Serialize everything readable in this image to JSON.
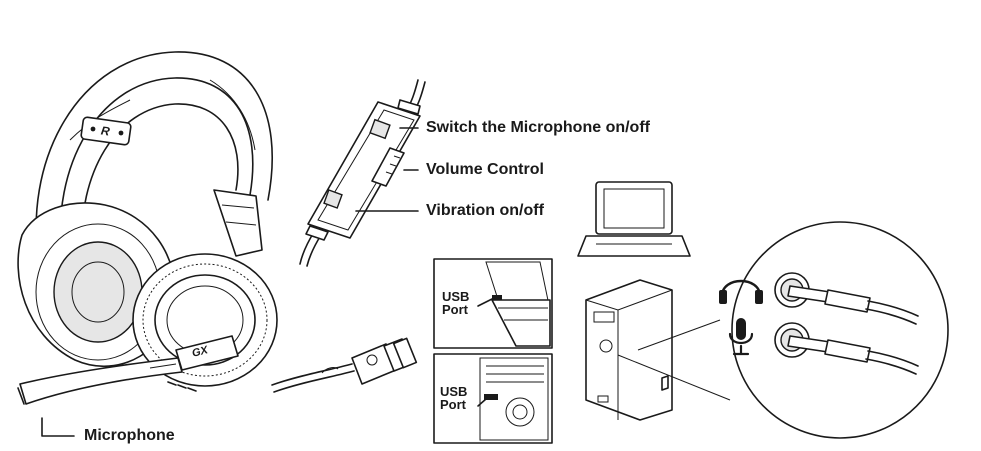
{
  "callouts": {
    "mic_switch": "Switch the Microphone on/off",
    "volume": "Volume Control",
    "vibration": "Vibration on/off",
    "microphone": "Microphone"
  },
  "headset": {
    "side_mark": "R",
    "cup_logo": "GX"
  },
  "ports": {
    "laptop_line1": "USB",
    "laptop_line2": "Port",
    "desktop_line1": "USB",
    "desktop_line2": "Port"
  },
  "icons": {
    "audio": "headphones-icon",
    "mic": "microphone-icon"
  },
  "colors": {
    "ink": "#1a1a1a",
    "paper": "#ffffff"
  }
}
